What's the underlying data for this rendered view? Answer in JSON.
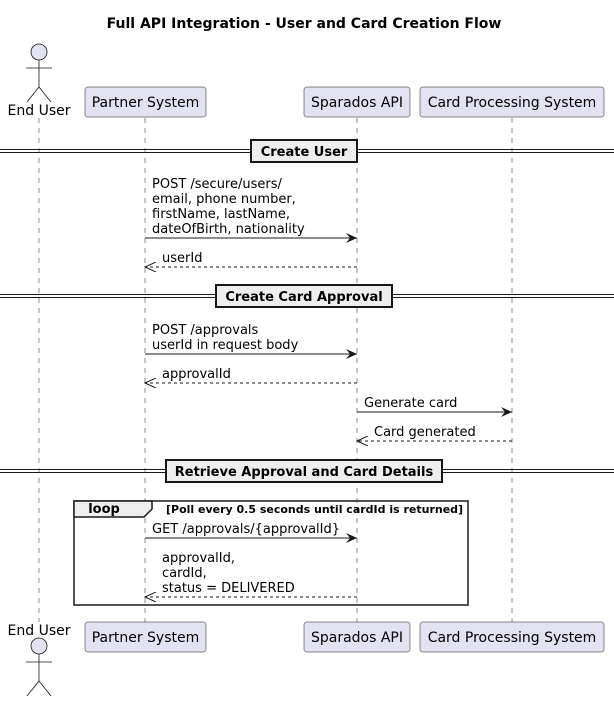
{
  "title": "Full API Integration - User and Card Creation Flow",
  "colors": {
    "participant_fill": "#e2e2f0",
    "participant_stroke": "#181818",
    "divider_fill": "#eeeeee",
    "line": "#181818"
  },
  "participants": [
    {
      "id": "end_user",
      "label": "End User",
      "kind": "actor"
    },
    {
      "id": "partner",
      "label": "Partner System",
      "kind": "box"
    },
    {
      "id": "sparados",
      "label": "Sparados API",
      "kind": "box"
    },
    {
      "id": "card_proc",
      "label": "Card Processing System",
      "kind": "box"
    }
  ],
  "dividers": [
    {
      "label": "Create User"
    },
    {
      "label": "Create Card Approval"
    },
    {
      "label": "Retrieve Approval and Card Details"
    }
  ],
  "messages": [
    {
      "from": "partner",
      "to": "sparados",
      "style": "solid",
      "lines": [
        "POST /secure/users/",
        "email, phone number,",
        "firstName, lastName,",
        "dateOfBirth, nationality"
      ]
    },
    {
      "from": "sparados",
      "to": "partner",
      "style": "dashed",
      "lines": [
        "userId"
      ]
    },
    {
      "from": "partner",
      "to": "sparados",
      "style": "solid",
      "lines": [
        "POST /approvals",
        "userId in request body"
      ]
    },
    {
      "from": "sparados",
      "to": "partner",
      "style": "dashed",
      "lines": [
        "approvalId"
      ]
    },
    {
      "from": "sparados",
      "to": "card_proc",
      "style": "solid",
      "lines": [
        "Generate card"
      ]
    },
    {
      "from": "card_proc",
      "to": "sparados",
      "style": "dashed",
      "lines": [
        "Card generated"
      ]
    },
    {
      "from": "partner",
      "to": "sparados",
      "style": "solid",
      "lines": [
        "GET /approvals/{approvalId}"
      ]
    },
    {
      "from": "sparados",
      "to": "partner",
      "style": "dashed",
      "lines": [
        "approvalId,",
        "cardId,",
        "status = DELIVERED"
      ]
    }
  ],
  "loop": {
    "tag": "loop",
    "condition": "[Poll every 0.5 seconds until cardId is returned]"
  }
}
